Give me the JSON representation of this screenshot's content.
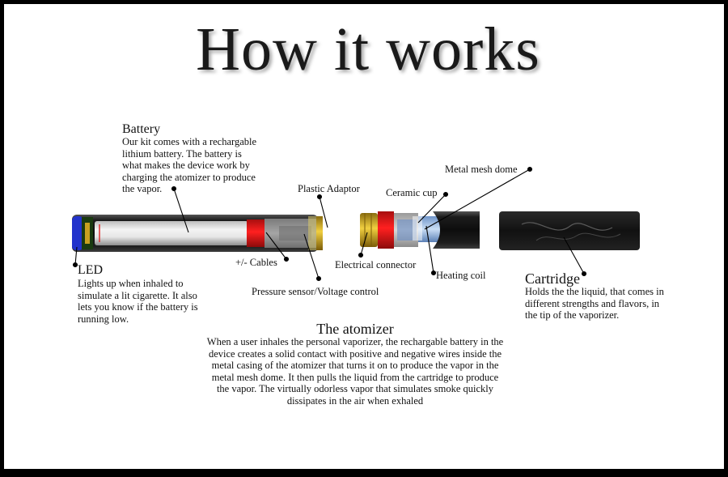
{
  "title": "How it works",
  "battery": {
    "heading": "Battery",
    "lines": [
      "Our kit comes with a rechargable",
      "lithium  battery. The battery is",
      "what makes the device work by",
      "charging the atomizer to produce",
      "the vapor."
    ]
  },
  "led": {
    "heading": "LED",
    "lines": [
      "Lights up when inhaled to",
      "simulate a lit cigarette. It also",
      "lets you know if the battery is",
      "running low."
    ]
  },
  "cartridge": {
    "heading": "Cartridge",
    "lines": [
      "Holds the the liquid, that comes in",
      "different strengths and flavors, in",
      "the tip of the vaporizer."
    ]
  },
  "atomizer": {
    "heading": "The atomizer",
    "lines": [
      "When a user inhales the personal vaporizer, the rechargable battery in the",
      "device creates a solid contact with positive and negative wires inside the",
      "metal casing of the atomizer that turns it on to produce the vapor in the",
      "metal mesh dome. It then pulls the liquid from the cartridge to produce",
      "the vapor. The virtually odorless vapor that simulates smoke quickly",
      "dissipates in the air when exhaled"
    ]
  },
  "labels": {
    "plastic_adaptor": "Plastic Adaptor",
    "cables": "+/- Cables",
    "pressure_sensor": "Pressure sensor/Voltage control",
    "ceramic_cup": "Ceramic cup",
    "metal_mesh_dome": "Metal mesh dome",
    "electrical_connector": "Electrical connector",
    "heating_coil": "Heating coil"
  }
}
